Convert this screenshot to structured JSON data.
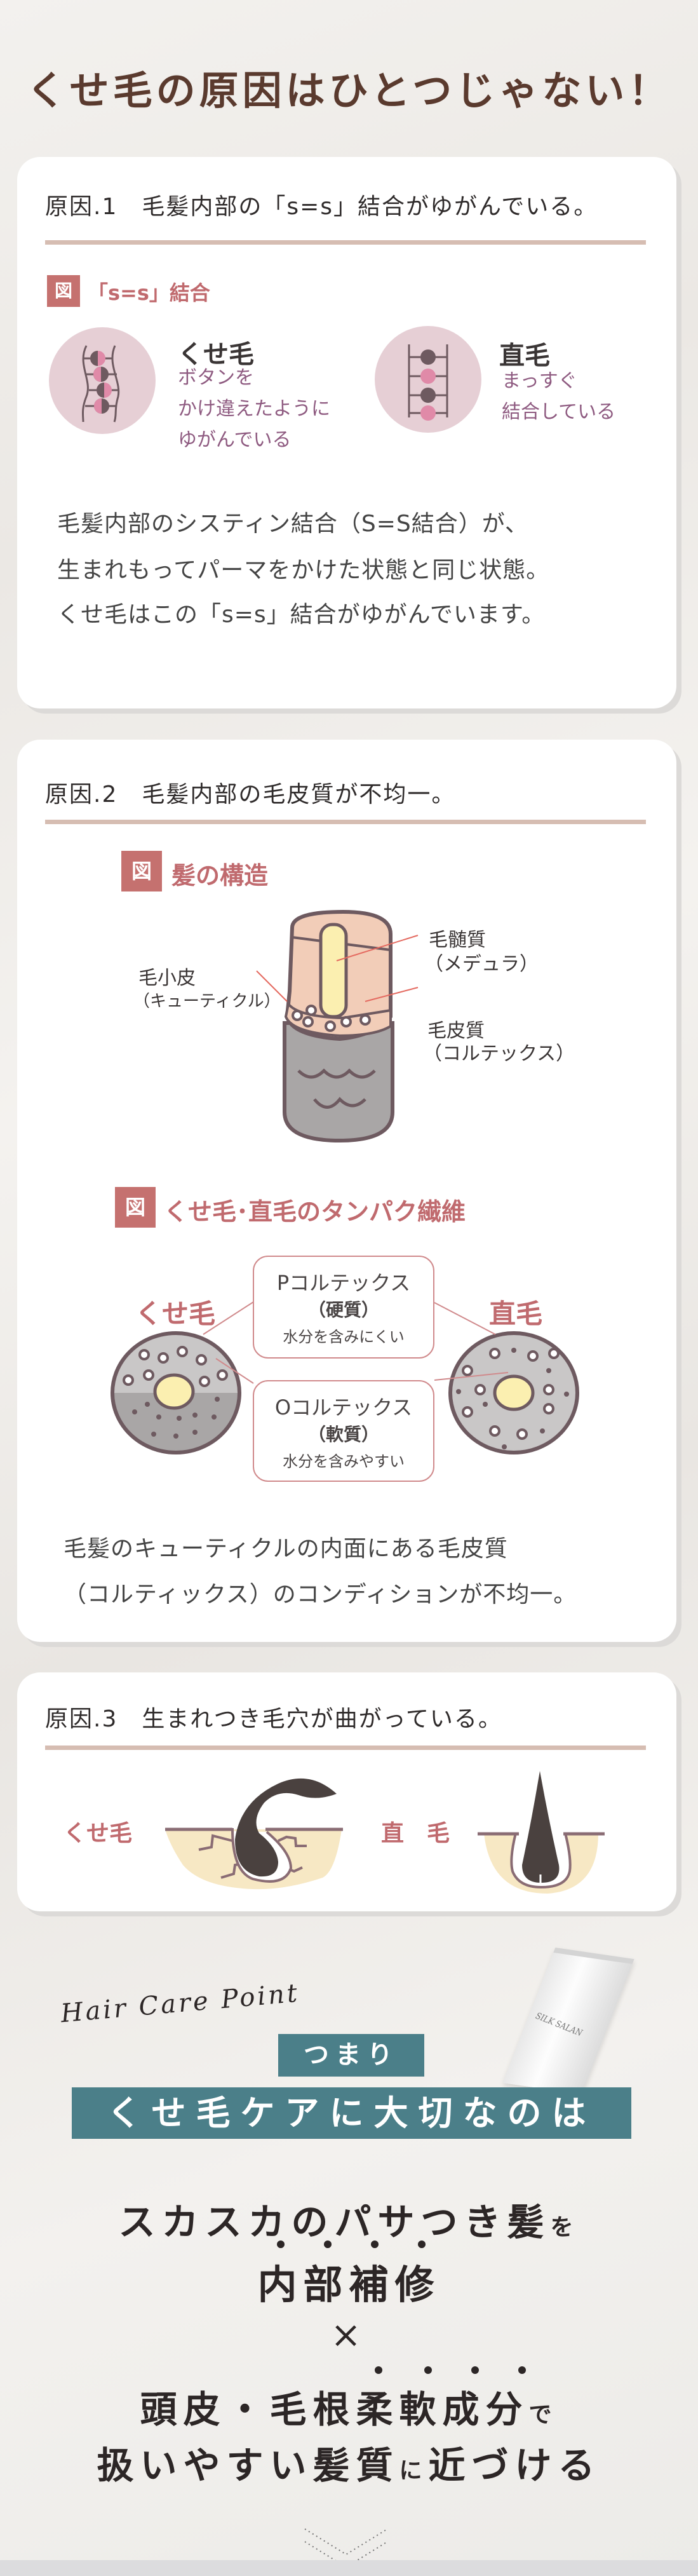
{
  "title": "くせ毛の原因はひとつじゃない！",
  "cause1": {
    "header": "原因.1　毛髪内部の「s=s」結合がゆがんでいる。",
    "badge": "図",
    "fig_title": "「s=s」結合",
    "kuse": {
      "title": "くせ毛",
      "lines": [
        "ボタンを",
        "かけ違えたように",
        "ゆがんでいる"
      ]
    },
    "straight": {
      "title": "直毛",
      "lines": [
        "まっすぐ",
        "結合している"
      ]
    },
    "body": [
      "毛髪内部のシスティン結合（S=S結合）が、",
      "生まれもってパーマをかけた状態と同じ状態。",
      "くせ毛はこの「s=s」結合がゆがんでいます。"
    ]
  },
  "cause2": {
    "header": "原因.2　毛髪内部の毛皮質が不均一。",
    "badge": "図",
    "fig1_title": "髪の構造",
    "labels": {
      "medulla": "毛髄質",
      "medulla_sub": "（メデュラ）",
      "cortex": "毛皮質",
      "cortex_sub": "（コルテックス）",
      "cuticle": "毛小皮",
      "cuticle_sub": "（キューティクル）"
    },
    "fig2_title": "くせ毛･直毛のタンパク繊維",
    "kuse": "くせ毛",
    "straight": "直毛",
    "p_box": {
      "title": "Pコルテックス",
      "sub": "（硬質）",
      "desc": "水分を含みにくい"
    },
    "o_box": {
      "title": "Oコルテックス",
      "sub": "（軟質）",
      "desc": "水分を含みやすい"
    },
    "body": [
      "毛髪のキューティクルの内面にある毛皮質",
      "（コルティックス）のコンディションが不均一。"
    ]
  },
  "cause3": {
    "header": "原因.3　生まれつき毛穴が曲がっている。",
    "kuse": "くせ毛",
    "straight": "直　毛"
  },
  "point": {
    "script": "Hair Care Point",
    "product": "SILK SALAN",
    "tsumari": "つまり",
    "banner": "くせ毛ケアに大切なのは",
    "line1_main": "スカスカのパサつき髪",
    "line1_particle": "を",
    "line2": "内部補修",
    "times": "×",
    "line3_main": "頭皮・毛根柔軟成分",
    "line3_particle": "で",
    "line4_a": "扱いやすい髪質",
    "line4_particle": "に",
    "line4_b": "近づける"
  },
  "colors": {
    "title": "#5a3a2e",
    "accent": "#c5716f",
    "teal": "#4b7f89"
  }
}
